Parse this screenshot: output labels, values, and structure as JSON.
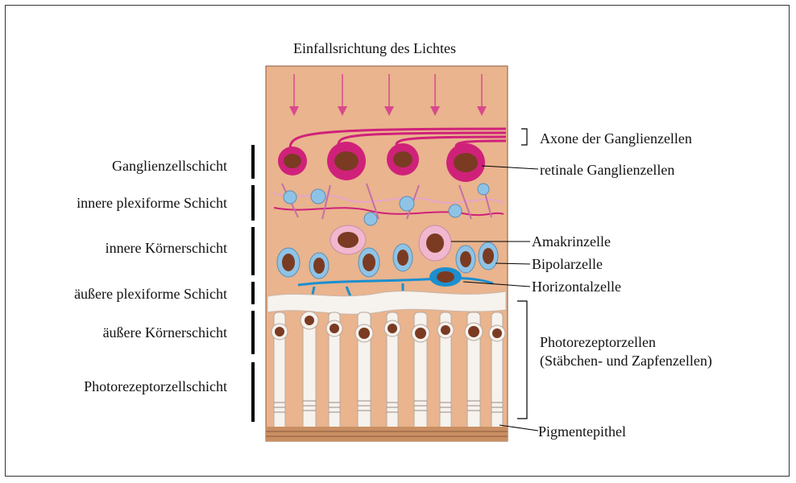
{
  "title": "Einfallsrichtung des Lichtes",
  "left_layers": [
    {
      "label": "Ganglienzellschicht"
    },
    {
      "label": "innere plexiforme Schicht"
    },
    {
      "label": "innere Körnerschicht"
    },
    {
      "label": "äußere plexiforme Schicht"
    },
    {
      "label": "äußere Körnerschicht"
    },
    {
      "label": "Photorezeptorzellschicht"
    }
  ],
  "right_labels": {
    "axone": "Axone der Ganglienzellen",
    "retinal": "retinale Ganglienzellen",
    "amakrin": "Amakrinzelle",
    "bipolar": "Bipolarzelle",
    "horizontal": "Horizontalzelle",
    "photo_line1": "Photorezeptorzellen",
    "photo_line2": "(Stäbchen- und Zapfenzellen)",
    "pigment": "Pigmentepithel"
  },
  "colors": {
    "background_panel": "#e9b48e",
    "ganglion": "#d0217a",
    "nucleus": "#7a3b22",
    "bipolar": "#8fc3e6",
    "horizontal": "#1b8fd0",
    "amacrine": "#f0b7cf",
    "photoreceptor": "#f6f2ee",
    "arrow": "#d94a8c"
  }
}
